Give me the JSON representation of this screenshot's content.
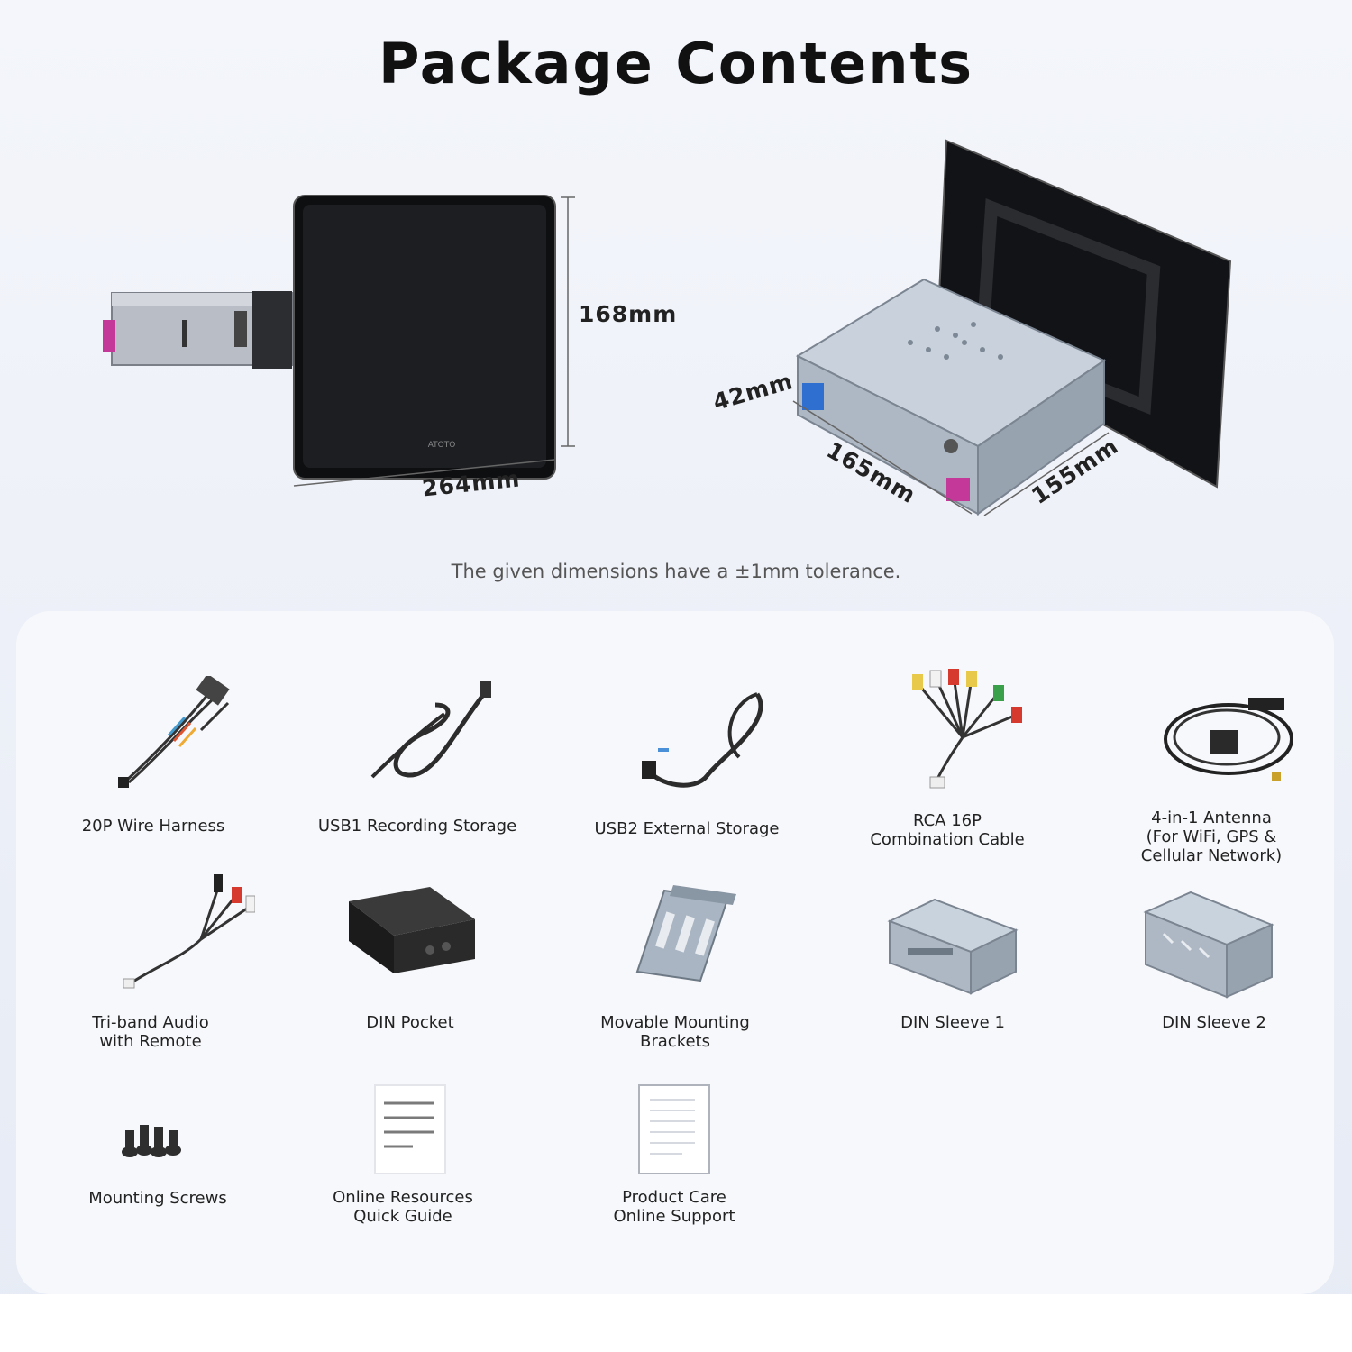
{
  "title": "Package Contents",
  "dimensions": {
    "height": "168mm",
    "width": "264mm",
    "depth_front": "42mm",
    "length_side": "165mm",
    "width_side": "155mm"
  },
  "brand_logo": "ATOTO",
  "tolerance_note": "The given dimensions have a ±1mm tolerance.",
  "items": [
    {
      "lines": [
        "20P Wire Harness"
      ],
      "icon": "wire-harness-icon"
    },
    {
      "lines": [
        "USB1 Recording Storage"
      ],
      "icon": "usb-cable-icon"
    },
    {
      "lines": [
        "USB2 External Storage"
      ],
      "icon": "usb-cable-icon"
    },
    {
      "lines": [
        "RCA 16P",
        "Combination Cable"
      ],
      "icon": "rca-cable-icon"
    },
    {
      "lines": [
        "4-in-1 Antenna",
        "(For WiFi, GPS &",
        "Cellular Network)"
      ],
      "icon": "antenna-icon"
    },
    {
      "lines": [
        "Tri-band Audio",
        "with Remote"
      ],
      "icon": "audio-cable-icon"
    },
    {
      "lines": [
        "DIN Pocket"
      ],
      "icon": "din-pocket-icon"
    },
    {
      "lines": [
        "Movable Mounting",
        "Brackets"
      ],
      "icon": "bracket-icon"
    },
    {
      "lines": [
        "DIN Sleeve 1"
      ],
      "icon": "din-sleeve-icon"
    },
    {
      "lines": [
        "DIN Sleeve 2"
      ],
      "icon": "din-sleeve-icon"
    },
    {
      "lines": [
        "Mounting Screws"
      ],
      "icon": "screws-icon"
    },
    {
      "lines": [
        "Online Resources",
        "Quick Guide"
      ],
      "icon": "document-icon"
    },
    {
      "lines": [
        "Product Care",
        "Online Support"
      ],
      "icon": "document-icon"
    }
  ]
}
